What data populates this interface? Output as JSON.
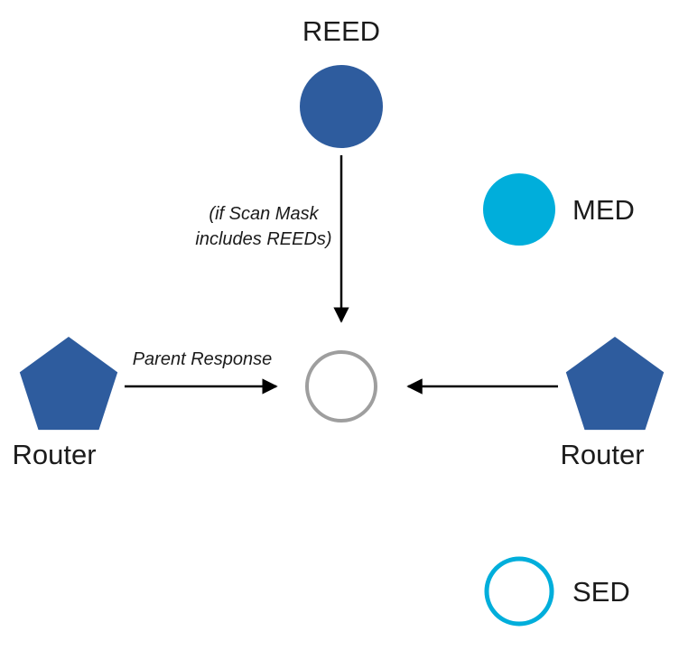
{
  "colors": {
    "router_blue": "#2E5C9E",
    "cyan": "#00AEDB",
    "joiner_gray": "#9E9E9E",
    "arrow_black": "#000000",
    "background": "#FFFFFF"
  },
  "nodes": {
    "reed": {
      "label": "REED"
    },
    "med": {
      "label": "MED"
    },
    "router_left": {
      "label": "Router"
    },
    "router_right": {
      "label": "Router"
    },
    "sed": {
      "label": "SED"
    }
  },
  "annotations": {
    "scan_mask_line1": "(if Scan Mask",
    "scan_mask_line2": "includes REEDs)",
    "parent_response": "Parent Response"
  }
}
